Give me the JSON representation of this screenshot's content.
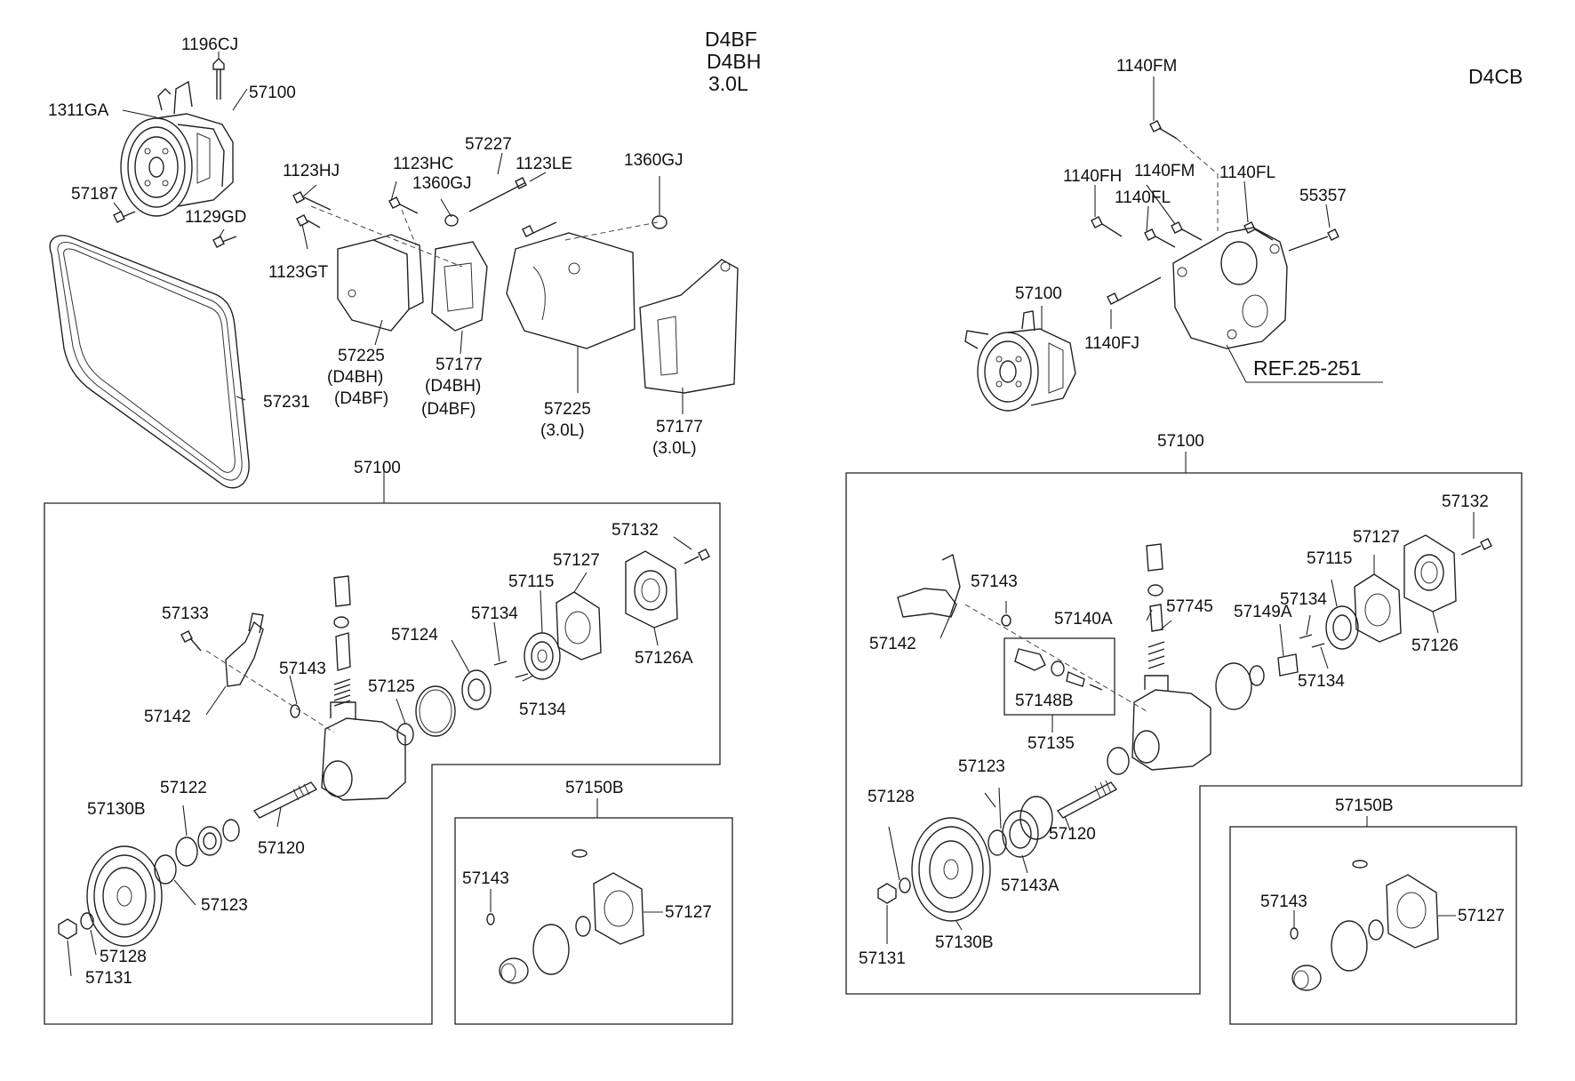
{
  "left": {
    "engine": [
      "D4BF",
      "D4BH",
      "3.0L"
    ],
    "top_labels": [
      {
        "id": "1196CJ",
        "text": "1196CJ"
      },
      {
        "id": "57100",
        "text": "57100"
      },
      {
        "id": "1311GA",
        "text": "1311GA"
      },
      {
        "id": "57187",
        "text": "57187"
      },
      {
        "id": "1129GD",
        "text": "1129GD"
      },
      {
        "id": "1123HJ",
        "text": "1123HJ"
      },
      {
        "id": "1123HC",
        "text": "1123HC"
      },
      {
        "id": "1360GJ_a",
        "text": "1360GJ"
      },
      {
        "id": "57227",
        "text": "57227"
      },
      {
        "id": "1123LE",
        "text": "1123LE"
      },
      {
        "id": "1360GJ_b",
        "text": "1360GJ"
      },
      {
        "id": "1123GT",
        "text": "1123GT"
      },
      {
        "id": "57225_a",
        "text": "57225"
      },
      {
        "id": "57225_a_v1",
        "text": "(D4BH)"
      },
      {
        "id": "57225_a_v2",
        "text": "(D4BF)"
      },
      {
        "id": "57177_a",
        "text": "57177"
      },
      {
        "id": "57177_a_v1",
        "text": "(D4BH)"
      },
      {
        "id": "57177_a_v2",
        "text": "(D4BF)"
      },
      {
        "id": "57231",
        "text": "57231"
      },
      {
        "id": "57225_b",
        "text": "57225"
      },
      {
        "id": "57225_b_v",
        "text": "(3.0L)"
      },
      {
        "id": "57177_b",
        "text": "57177"
      },
      {
        "id": "57177_b_v",
        "text": "(3.0L)"
      }
    ],
    "assembly_title": "57100",
    "assembly_labels": [
      {
        "id": "57132",
        "text": "57132"
      },
      {
        "id": "57127",
        "text": "57127"
      },
      {
        "id": "57115",
        "text": "57115"
      },
      {
        "id": "57133",
        "text": "57133"
      },
      {
        "id": "57134_a",
        "text": "57134"
      },
      {
        "id": "57124",
        "text": "57124"
      },
      {
        "id": "57126A",
        "text": "57126A"
      },
      {
        "id": "57143",
        "text": "57143"
      },
      {
        "id": "57125",
        "text": "57125"
      },
      {
        "id": "57142",
        "text": "57142"
      },
      {
        "id": "57134_b",
        "text": "57134"
      },
      {
        "id": "57122",
        "text": "57122"
      },
      {
        "id": "57130B",
        "text": "57130B"
      },
      {
        "id": "57120",
        "text": "57120"
      },
      {
        "id": "57123",
        "text": "57123"
      },
      {
        "id": "57128",
        "text": "57128"
      },
      {
        "id": "57131",
        "text": "57131"
      }
    ],
    "kit_title": "57150B",
    "kit_labels": [
      {
        "id": "57143",
        "text": "57143"
      },
      {
        "id": "57127",
        "text": "57127"
      }
    ]
  },
  "right": {
    "engine": "D4CB",
    "top_labels": [
      {
        "id": "1140FM_a",
        "text": "1140FM"
      },
      {
        "id": "1140FH",
        "text": "1140FH"
      },
      {
        "id": "1140FM_b",
        "text": "1140FM"
      },
      {
        "id": "1140FL_a",
        "text": "1140FL"
      },
      {
        "id": "1140FL_b",
        "text": "1140FL"
      },
      {
        "id": "55357",
        "text": "55357"
      },
      {
        "id": "57100",
        "text": "57100"
      },
      {
        "id": "1140FJ",
        "text": "1140FJ"
      },
      {
        "id": "ref",
        "text": "REF.25-251"
      }
    ],
    "assembly_title": "57100",
    "assembly_labels": [
      {
        "id": "57132",
        "text": "57132"
      },
      {
        "id": "57127",
        "text": "57127"
      },
      {
        "id": "57115",
        "text": "57115"
      },
      {
        "id": "57143",
        "text": "57143"
      },
      {
        "id": "57134_a",
        "text": "57134"
      },
      {
        "id": "57140A",
        "text": "57140A"
      },
      {
        "id": "57745",
        "text": "57745"
      },
      {
        "id": "57149A",
        "text": "57149A"
      },
      {
        "id": "57142",
        "text": "57142"
      },
      {
        "id": "57126",
        "text": "57126"
      },
      {
        "id": "57134_b",
        "text": "57134"
      },
      {
        "id": "57148B",
        "text": "57148B"
      },
      {
        "id": "57135",
        "text": "57135"
      },
      {
        "id": "57123",
        "text": "57123"
      },
      {
        "id": "57128",
        "text": "57128"
      },
      {
        "id": "57120",
        "text": "57120"
      },
      {
        "id": "57143A",
        "text": "57143A"
      },
      {
        "id": "57131",
        "text": "57131"
      },
      {
        "id": "57130B",
        "text": "57130B"
      }
    ],
    "kit_title": "57150B",
    "kit_labels": [
      {
        "id": "57143",
        "text": "57143"
      },
      {
        "id": "57127",
        "text": "57127"
      }
    ]
  }
}
